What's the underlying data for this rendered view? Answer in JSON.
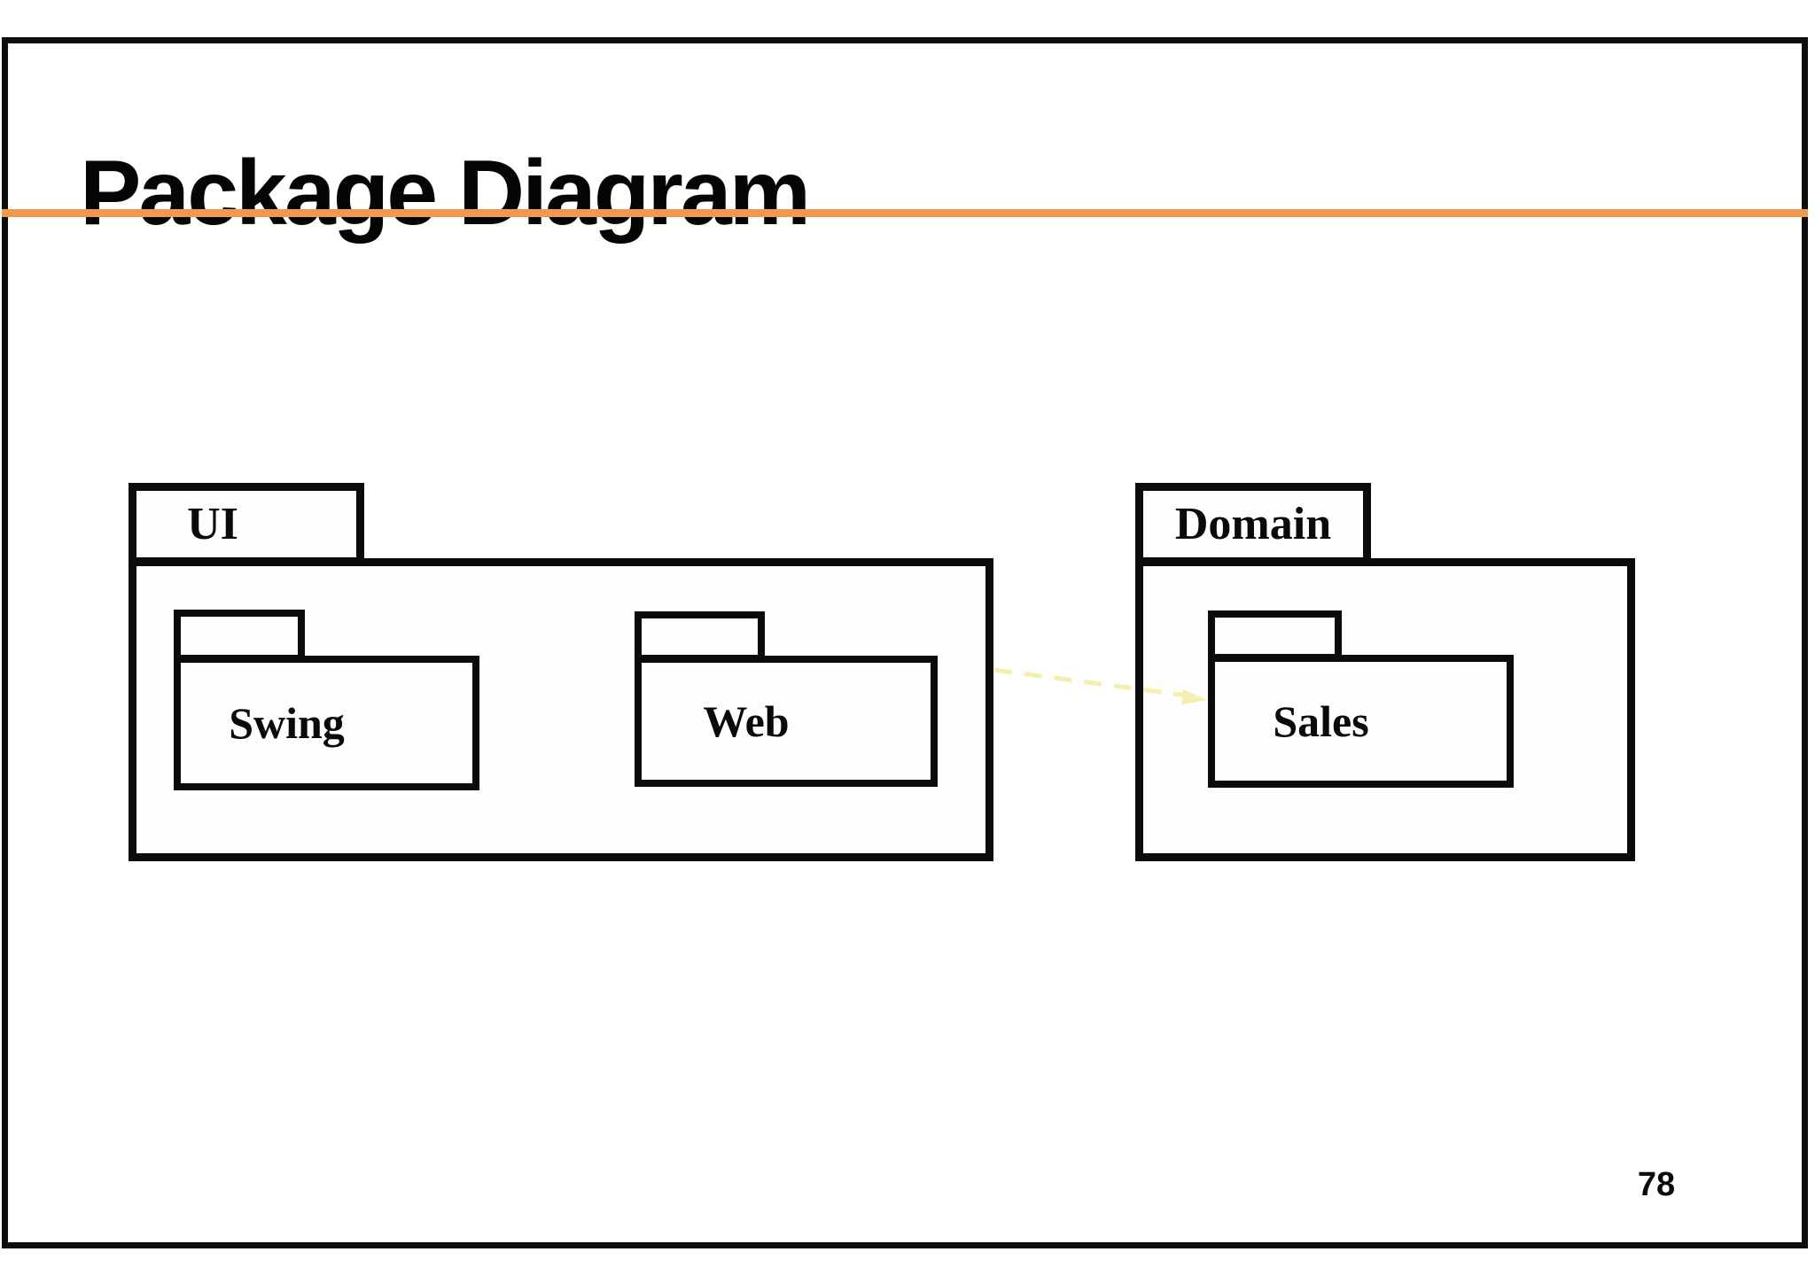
{
  "slide": {
    "title": "Package Diagram",
    "page_number": "78",
    "accent_color": "#ED994E",
    "border_color": "#0D0D0D",
    "background_color": "#FFFFFF"
  },
  "diagram": {
    "type": "uml-package-diagram",
    "packages": [
      {
        "label": "UI",
        "children": [
          {
            "label": "Swing"
          },
          {
            "label": "Web"
          }
        ]
      },
      {
        "label": "Domain",
        "children": [
          {
            "label": "Sales"
          }
        ]
      }
    ],
    "dependency": {
      "from": "UI",
      "to": "Domain.Sales",
      "style": "dashed-arrow",
      "color": "#F5EFAD"
    }
  }
}
